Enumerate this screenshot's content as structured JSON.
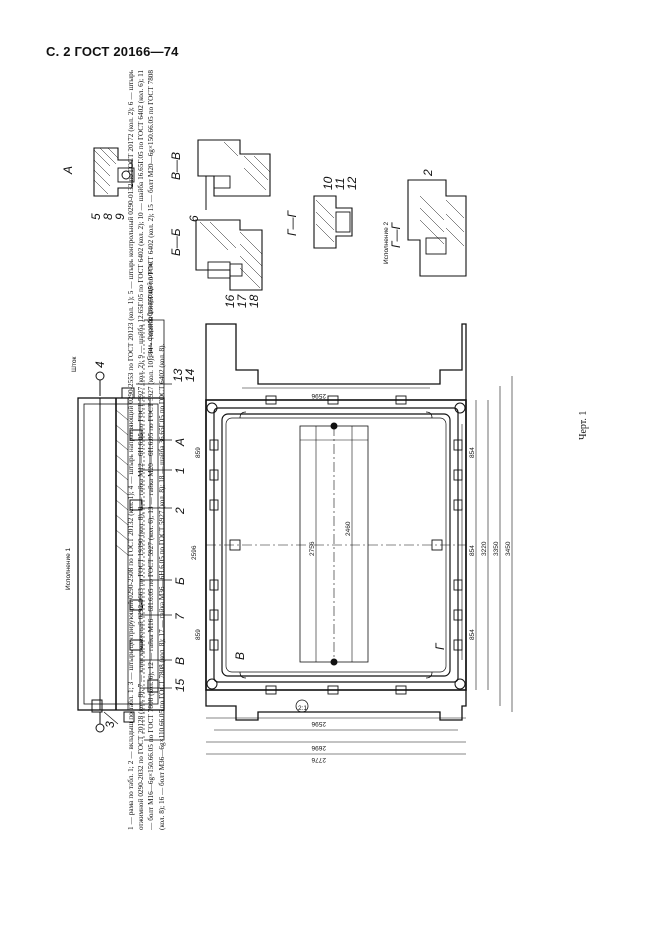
{
  "header": {
    "text": "С. 2 ГОСТ 20166—74"
  },
  "drawing": {
    "views": {
      "a": "А",
      "bb": "Б—Б",
      "vv": "В—В",
      "gg": "Г—Г",
      "gg2": "Г—Г",
      "ispolnenie1": "Исполнение 1",
      "ispolnenie2": "Исполнение 2",
      "ispolnenie2_b": "Исполнение 2",
      "shtok": "Шток",
      "granitsa": "Грань формообразующей плиты"
    },
    "callouts": [
      "1",
      "2",
      "3",
      "4",
      "5",
      "6",
      "7",
      "8",
      "9",
      "10",
      "11",
      "12",
      "13",
      "14",
      "15",
      "16",
      "17",
      "18"
    ],
    "section_marks": {
      "a": "А",
      "b": "Б",
      "v": "В",
      "g": "Г"
    },
    "dimensions": {
      "d2596": "2596",
      "d2596b": "2596",
      "d2696": "2696",
      "d2776": "2776",
      "d2756": "2756",
      "d2460": "2460",
      "d3220": "3220",
      "d3350": "3350",
      "d3450": "3450",
      "d854a": "854",
      "d854b": "854",
      "d854c": "854",
      "d859a": "859",
      "d859b": "859",
      "d2_1": "2:1",
      "note": "h"
    }
  },
  "caption": "1 — рама по табл. 1; 2 — вкладыш по табл. 1; 3 — штырь центрирующий 0290-2508 по ГОСТ 20132 (кол. 1); 4 — штырь направляющий 0290-2553 по ГОСТ 20123 (кол. 1); 5 — штырь контрольный 0290-0132 по ГОСТ 20172 (кол. 2); 6 — штырь отжимной 0290-2032 по ГОСТ 20128 (кол. 8); 7 — клин крепежный 0292-0663 по ГОСТ 19390 (кол. 8); 8 — гайка М12—6Н.6.05 по ГОСТ 5927 (кол. 2); 9 — шайба 12.65Г.05 по ГОСТ 6402 (кол. 2); 10 — шайба 16.65Г.05 по ГОСТ 6402 (кол. 6); 11 — болт М16—6g×150.66.05 по ГОСТ 7808 (кол. 6); 12 — гайка М16—6Н.6.05 по ГОСТ 5927 (кол. 6); 13 — гайка М20—6Н.6.05 по ГОСТ 5927 (кол. 10); 14 — шайба 20.65Г.05 по ГОСТ 6402 (кол. 2); 15 — болт М20—6g×150.66.05 по ГОСТ 7808 (кол. 8); 16 — болт М36—6g×110.66.05 по ГОСТ 7808 (кол. 8); 17 — гайка М36—6Н.6.05 по ГОСТ 5927 (кол. 8); 18 — шайба 36.65Г.05 по ГОСТ 6402 (кол. 8).",
  "figure": "Черт. 1"
}
